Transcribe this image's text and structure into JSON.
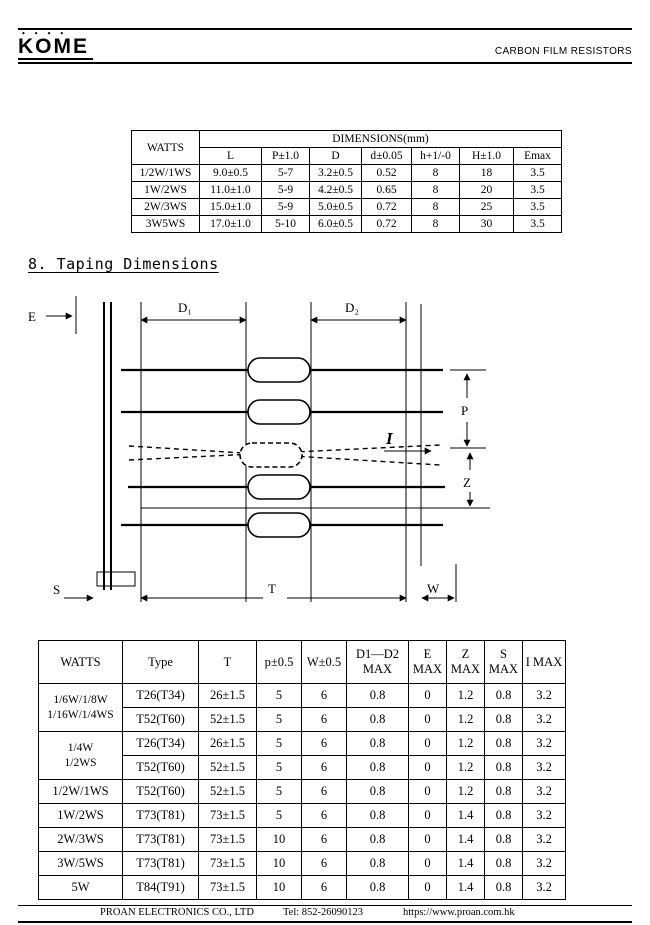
{
  "header": {
    "logo": "KOME",
    "logo_dots": "••••",
    "product": "CARBON FILM RESISTORS"
  },
  "dim_table": {
    "watts_header": "WATTS",
    "group_header": "DIMENSIONS(mm)",
    "columns": [
      "L",
      "P±1.0",
      "D",
      "d±0.05",
      "h+1/-0",
      "H±1.0",
      "Emax"
    ],
    "rows": [
      {
        "watts": "1/2W/1WS",
        "values": [
          "9.0±0.5",
          "5-7",
          "3.2±0.5",
          "0.52",
          "8",
          "18",
          "3.5"
        ]
      },
      {
        "watts": "1W/2WS",
        "values": [
          "11.0±1.0",
          "5-9",
          "4.2±0.5",
          "0.65",
          "8",
          "20",
          "3.5"
        ]
      },
      {
        "watts": "2W/3WS",
        "values": [
          "15.0±1.0",
          "5-9",
          "5.0±0.5",
          "0.72",
          "8",
          "25",
          "3.5"
        ]
      },
      {
        "watts": "3W5WS",
        "values": [
          "17.0±1.0",
          "5-10",
          "6.0±0.5",
          "0.72",
          "8",
          "30",
          "3.5"
        ]
      }
    ]
  },
  "section": {
    "heading": "8. Taping Dimensions"
  },
  "diagram": {
    "labels": {
      "e": "E",
      "d1": "D₁",
      "d2": "D₂",
      "p": "P",
      "i": "I",
      "z": "Z",
      "s": "S",
      "t": "T",
      "w": "W"
    }
  },
  "taping_table": {
    "columns": [
      "WATTS",
      "Type",
      "T",
      "p±0.5",
      "W±0.5",
      "D1—D2\nMAX",
      "E\nMAX",
      "Z\nMAX",
      "S\nMAX",
      "I MAX"
    ],
    "rows": [
      {
        "watts": "1/6W/1/8W\n1/16W/1/4WS",
        "cells": [
          "T26(T34)",
          "26±1.5",
          "5",
          "6",
          "0.8",
          "0",
          "1.2",
          "0.8",
          "3.2"
        ]
      },
      {
        "cells": [
          "T52(T60)",
          "52±1.5",
          "5",
          "6",
          "0.8",
          "0",
          "1.2",
          "0.8",
          "3.2"
        ]
      },
      {
        "watts": "1/4W\n1/2WS",
        "cells": [
          "T26(T34)",
          "26±1.5",
          "5",
          "6",
          "0.8",
          "0",
          "1.2",
          "0.8",
          "3.2"
        ]
      },
      {
        "cells": [
          "T52(T60)",
          "52±1.5",
          "5",
          "6",
          "0.8",
          "0",
          "1.2",
          "0.8",
          "3.2"
        ]
      },
      {
        "watts": "1/2W/1WS",
        "cells": [
          "T52(T60)",
          "52±1.5",
          "5",
          "6",
          "0.8",
          "0",
          "1.2",
          "0.8",
          "3.2"
        ]
      },
      {
        "watts": "1W/2WS",
        "cells": [
          "T73(T81)",
          "73±1.5",
          "5",
          "6",
          "0.8",
          "0",
          "1.4",
          "0.8",
          "3.2"
        ]
      },
      {
        "watts": "2W/3WS",
        "cells": [
          "T73(T81)",
          "73±1.5",
          "10",
          "6",
          "0.8",
          "0",
          "1.4",
          "0.8",
          "3.2"
        ]
      },
      {
        "watts": "3W/5WS",
        "cells": [
          "T73(T81)",
          "73±1.5",
          "10",
          "6",
          "0.8",
          "0",
          "1.4",
          "0.8",
          "3.2"
        ]
      },
      {
        "watts": "5W",
        "cells": [
          "T84(T91)",
          "73±1.5",
          "10",
          "6",
          "0.8",
          "0",
          "1.4",
          "0.8",
          "3.2"
        ]
      }
    ]
  },
  "footer": {
    "company": "PROAN ELECTRONICS CO., LTD",
    "tel": "Tel: 852-26090123",
    "url": "https://www.proan.com.hk"
  }
}
